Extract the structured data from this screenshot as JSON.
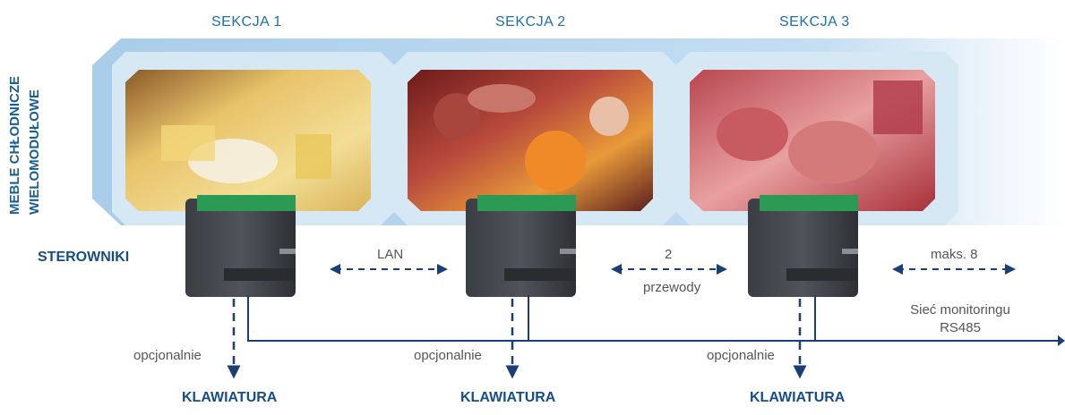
{
  "sections": [
    {
      "label": "SEKCJA 1",
      "image": "cheese-photo"
    },
    {
      "label": "SEKCJA 2",
      "image": "sausage-photo"
    },
    {
      "label": "SEKCJA 3",
      "image": "meat-photo"
    }
  ],
  "side_label": {
    "line1": "MEBLE CHŁODNICZE",
    "line2": "WIELOMODUŁOWE"
  },
  "controllers_label": "STEROWNIKI",
  "links": {
    "lan": "LAN",
    "two_wires_line1": "2",
    "two_wires_line2": "przewody",
    "max": "maks. 8"
  },
  "network": {
    "line1": "Sieć monitoringu",
    "line2": "RS485"
  },
  "optional": [
    "opcjonalnie",
    "opcjonalnie",
    "opcjonalnie"
  ],
  "keyboards": [
    "KLAWIATURA",
    "KLAWIATURA",
    "KLAWIATURA"
  ],
  "colors": {
    "band": "#b8d6ee",
    "band_edge": "#d8e9f6",
    "frame": "#cfe3f3",
    "line": "#1a3f77",
    "text_blue": "#1f6fa8"
  }
}
